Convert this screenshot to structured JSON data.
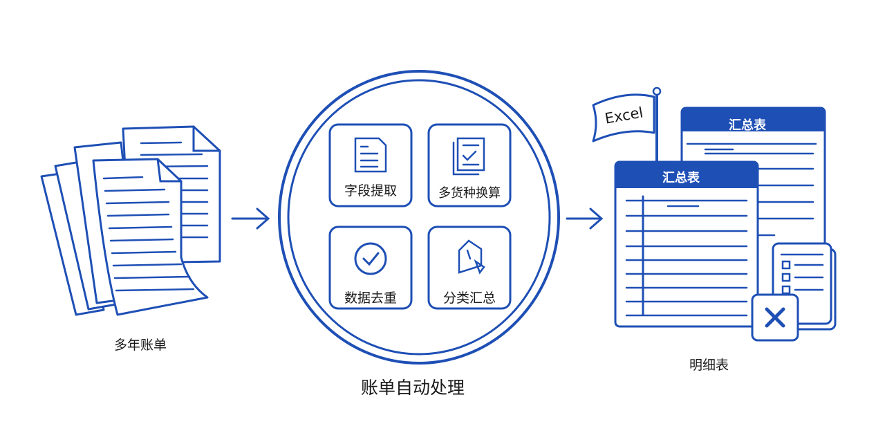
{
  "input": {
    "label": "多年账单"
  },
  "process": {
    "label": "账单自动处理",
    "steps": [
      {
        "label": "字段提取",
        "icon": "checklist-document-icon"
      },
      {
        "label": "多货种换算",
        "icon": "stacked-documents-icon"
      },
      {
        "label": "数据去重",
        "icon": "check-circle-icon"
      },
      {
        "label": "分类汇总",
        "icon": "tag-icon"
      }
    ]
  },
  "output": {
    "label": "明细表",
    "flag_text": "Excel",
    "summary_back_title": "汇总表",
    "summary_front_title": "汇总表"
  },
  "colors": {
    "accent": "#1e4fb5",
    "text": "#1a1a1a",
    "background": "#ffffff"
  }
}
